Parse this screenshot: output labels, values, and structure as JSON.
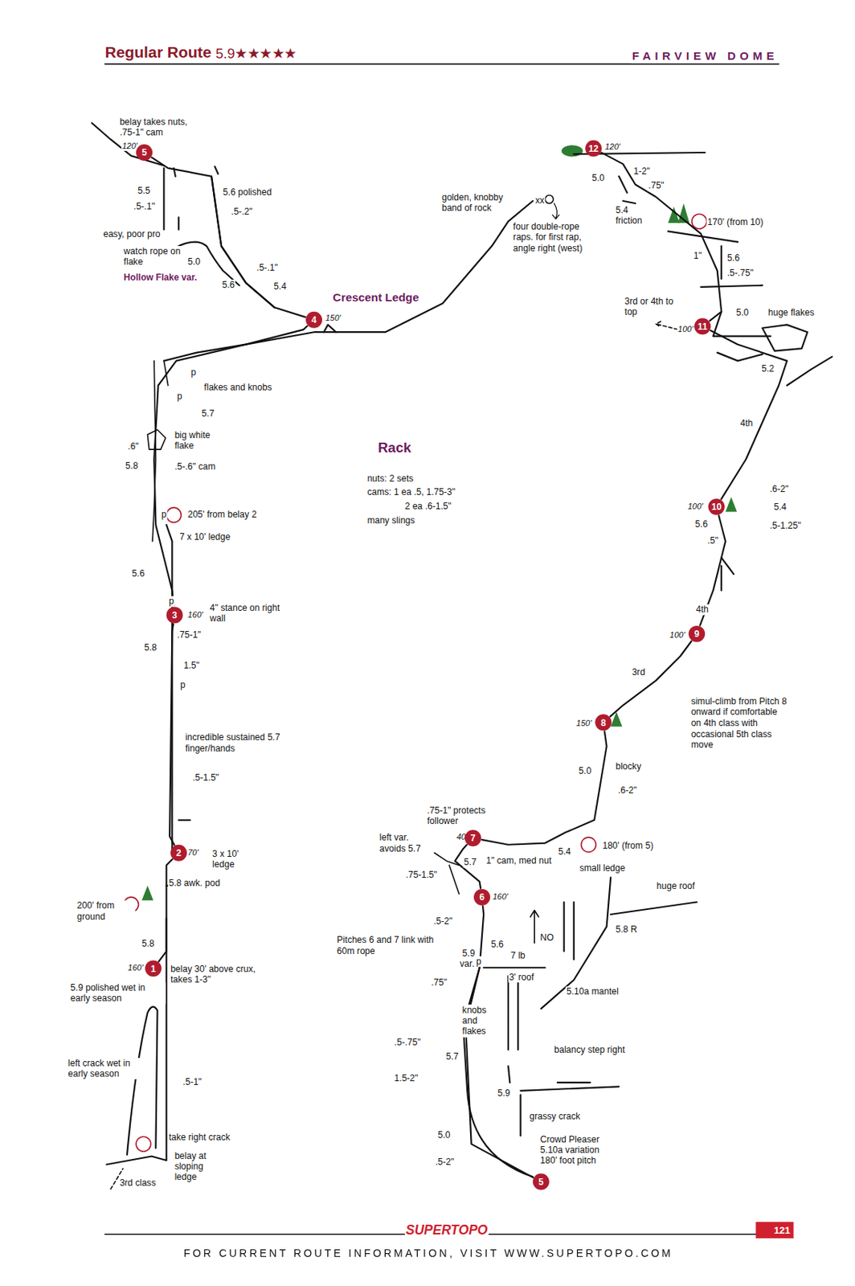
{
  "diagram": {
    "title": "Regular Route",
    "nodes": [
      {
        "text": [
          "1"
        ]
      },
      {
        "text": [
          "2"
        ]
      },
      {
        "text": [
          "3"
        ]
      },
      {
        "text": [
          "4"
        ]
      },
      {
        "text": [
          "5"
        ]
      },
      {
        "text": [
          "6"
        ]
      },
      {
        "text": [
          "7"
        ]
      },
      {
        "text": [
          "8"
        ]
      },
      {
        "text": [
          "9"
        ]
      },
      {
        "text": [
          "10"
        ]
      },
      {
        "text": [
          "11"
        ]
      },
      {
        "text": [
          "12"
        ]
      },
      {
        "text": [
          "5"
        ]
      }
    ],
    "edges": [
      {
        "from": 0,
        "to": 1,
        "arrow": "none"
      },
      {
        "from": 1,
        "to": 2,
        "arrow": "none"
      },
      {
        "from": 2,
        "to": 3,
        "arrow": "none"
      },
      {
        "from": 3,
        "to": 4,
        "arrow": "none"
      },
      {
        "from": 12,
        "to": 5,
        "arrow": "none"
      },
      {
        "from": 5,
        "to": 6,
        "arrow": "none"
      },
      {
        "from": 6,
        "to": 7,
        "arrow": "none"
      },
      {
        "from": 7,
        "to": 8,
        "arrow": "none"
      },
      {
        "from": 8,
        "to": 9,
        "arrow": "none"
      },
      {
        "from": 9,
        "to": 10,
        "arrow": "none"
      },
      {
        "from": 10,
        "to": 11,
        "arrow": "none"
      }
    ],
    "labels": [
      "5.9★★★★★",
      "FAIRVIEW DOME",
      "belay takes nuts, .75-1\" cam",
      "120'",
      "5.5",
      ".5-.1\"",
      "5.6 polished",
      ".5-.2\"",
      "easy, poor pro",
      "watch rope on flake",
      "5.0",
      "Hollow Flake var.",
      "5.6",
      ".5-.1\"",
      "5.4",
      "Crescent Ledge",
      "150'",
      "golden, knobby band of rock",
      "xx",
      "four double-rope raps. for first rap, angle right (west)",
      "p",
      "flakes and knobs",
      "p",
      "5.7",
      "big white flake",
      ".6\"",
      "5.8",
      ".5-.6\" cam",
      "p",
      "205' from belay 2",
      "7 x 10' ledge",
      "5.6",
      "p",
      "160'",
      "4\" stance on right wall",
      ".75-1\"",
      "5.8",
      "1.5\"",
      "p",
      "incredible sustained 5.7 finger/hands",
      ".5-1.5\"",
      "70'",
      "3 x 10' ledge",
      "5.8 awk. pod",
      "200' from ground",
      "5.8",
      "160'",
      "belay 30' above crux, takes 1-3\"",
      "5.9 polished wet in early season",
      "left crack wet in early season",
      ".5-1\"",
      "take right crack",
      "belay at sloping ledge",
      "3rd class",
      "Rack",
      "nuts: 2 sets",
      "cams: 1 ea .5, 1.75-3\"",
      "2 ea .6-1.5\"",
      "many slings",
      "120'",
      "5.0",
      "1-2\"",
      ".75\"",
      "5.4 friction",
      "170' (from 10)",
      "1\"",
      "5.6",
      ".5-.75\"",
      "3rd or 4th to top",
      "5.0",
      "huge flakes",
      "100'",
      "5.2",
      "4th",
      ".6-2\"",
      "5.4",
      ".5-1.25\"",
      "100'",
      "5.6",
      ".5\"",
      "4th",
      "100'",
      "3rd",
      "simul-climb from Pitch 8 onward if comfortable on 4th class with occasional 5th class move",
      "150'",
      "blocky",
      "5.0",
      ".6-2\"",
      ".75-1\" protects follower",
      "40'",
      "left var. avoids 5.7",
      "5.7",
      "1\" cam, med nut",
      "5.4",
      "180' (from 5)",
      "small ledge",
      ".75-1.5\"",
      "huge roof",
      "160'",
      ".5-2\"",
      "NO",
      "5.8 R",
      "Pitches 6 and 7 link with 60m rope",
      "5.6",
      "5.9",
      "var.",
      "p",
      "7 lb",
      "3' roof",
      "5.10a mantel",
      ".75\"",
      "knobs and flakes",
      ".5-.75\"",
      "5.7",
      "balancy step right",
      "1.5-2\"",
      "5.9",
      "grassy crack",
      "Crowd Pleaser 5.10a variation 180' foot pitch",
      "5.0",
      ".5-2\"",
      "SUPERTOPO",
      "121",
      "FOR CURRENT ROUTE INFORMATION, VISIT WWW.SUPERTOPO.COM"
    ]
  }
}
